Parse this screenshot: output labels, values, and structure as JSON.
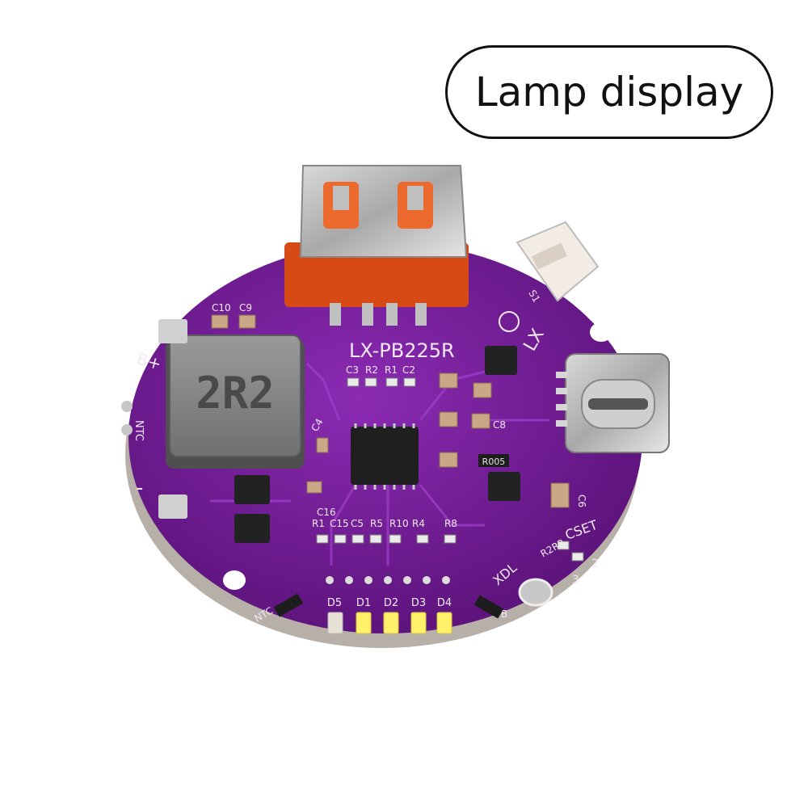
{
  "label": {
    "text": "Lamp display"
  },
  "board": {
    "model": "LX-PB225R",
    "inductor_marking": "2R2",
    "brand": "LX",
    "sense_resistor": "R005",
    "pads": {
      "bplus": "B+",
      "ntc": "NTC",
      "minus": "-"
    },
    "silkscreen": [
      "C10",
      "C9",
      "C3",
      "R2",
      "R1",
      "C2",
      "C4",
      "C8",
      "C16",
      "R1",
      "C15",
      "C5",
      "R5",
      "R10",
      "R4",
      "R8",
      "C6",
      "CSET",
      "R2",
      "R3",
      "XDL",
      "S1",
      "2",
      "3",
      "B",
      "NTC"
    ],
    "leds": [
      "D5",
      "D1",
      "D2",
      "D3",
      "D4"
    ],
    "led_states": [
      "off",
      "on",
      "on",
      "on",
      "on"
    ],
    "colors": {
      "pcb": "#7a1fa0",
      "led_on": "#fff06a",
      "usb_housing": "#e8601f"
    }
  }
}
